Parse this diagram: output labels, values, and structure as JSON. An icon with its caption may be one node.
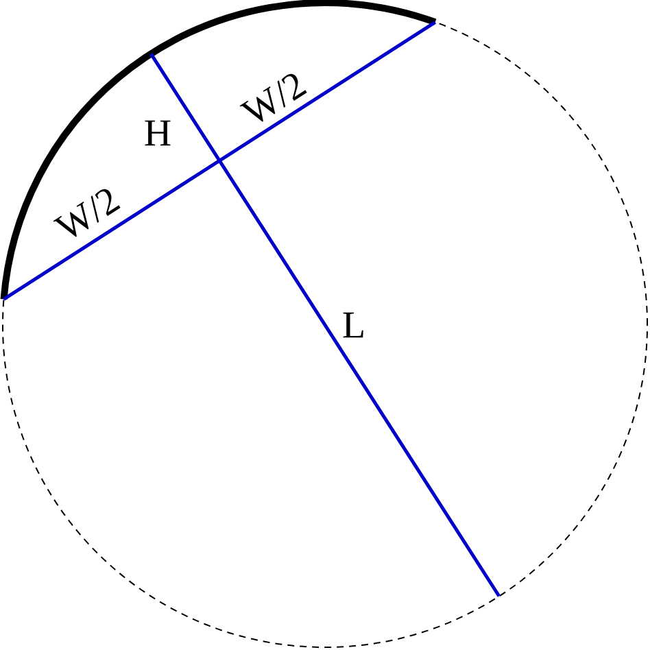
{
  "diagram": {
    "labels": [
      "W/2",
      "H",
      "W/2",
      "L"
    ]
  }
}
